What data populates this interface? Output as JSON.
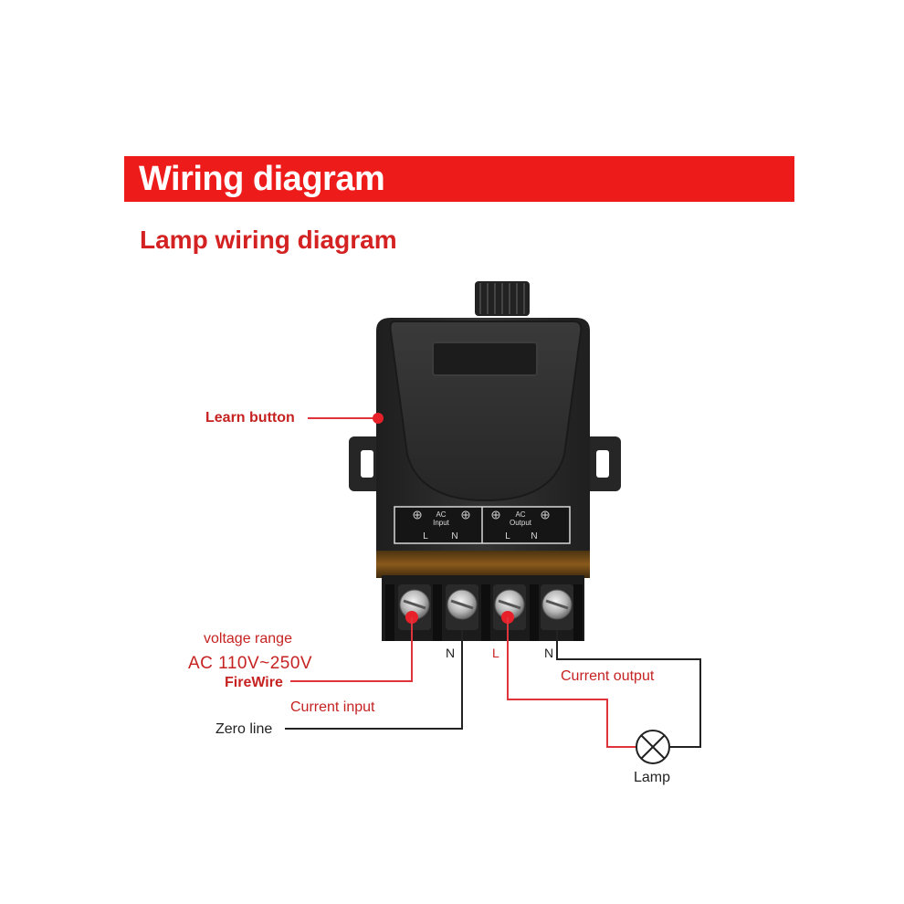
{
  "header": {
    "title": "Wiring diagram",
    "subtitle": "Lamp wiring diagram"
  },
  "colors": {
    "banner": "#ee1b1b",
    "accent_text": "#c62222",
    "device_body": "#2a2a2a",
    "wire_red": "#e0343c",
    "wire_black": "#222222"
  },
  "device": {
    "input_block": {
      "title_line1": "AC",
      "title_line2": "Input",
      "l": "L",
      "n": "N"
    },
    "output_block": {
      "title_line1": "AC",
      "title_line2": "Output",
      "l": "L",
      "n": "N"
    }
  },
  "labels": {
    "learn_button": "Learn button",
    "voltage_range": "voltage range",
    "voltage_value": "AC  110V~250V",
    "firewire": "FireWire",
    "current_input": "Current input",
    "zero_line": "Zero line",
    "current_output": "Current output",
    "terminal_n1": "N",
    "terminal_l": "L",
    "terminal_n2": "N",
    "lamp": "Lamp"
  },
  "icons": [
    "lamp-symbol-icon",
    "learn-button-dot-icon",
    "terminal-screw-icon"
  ]
}
